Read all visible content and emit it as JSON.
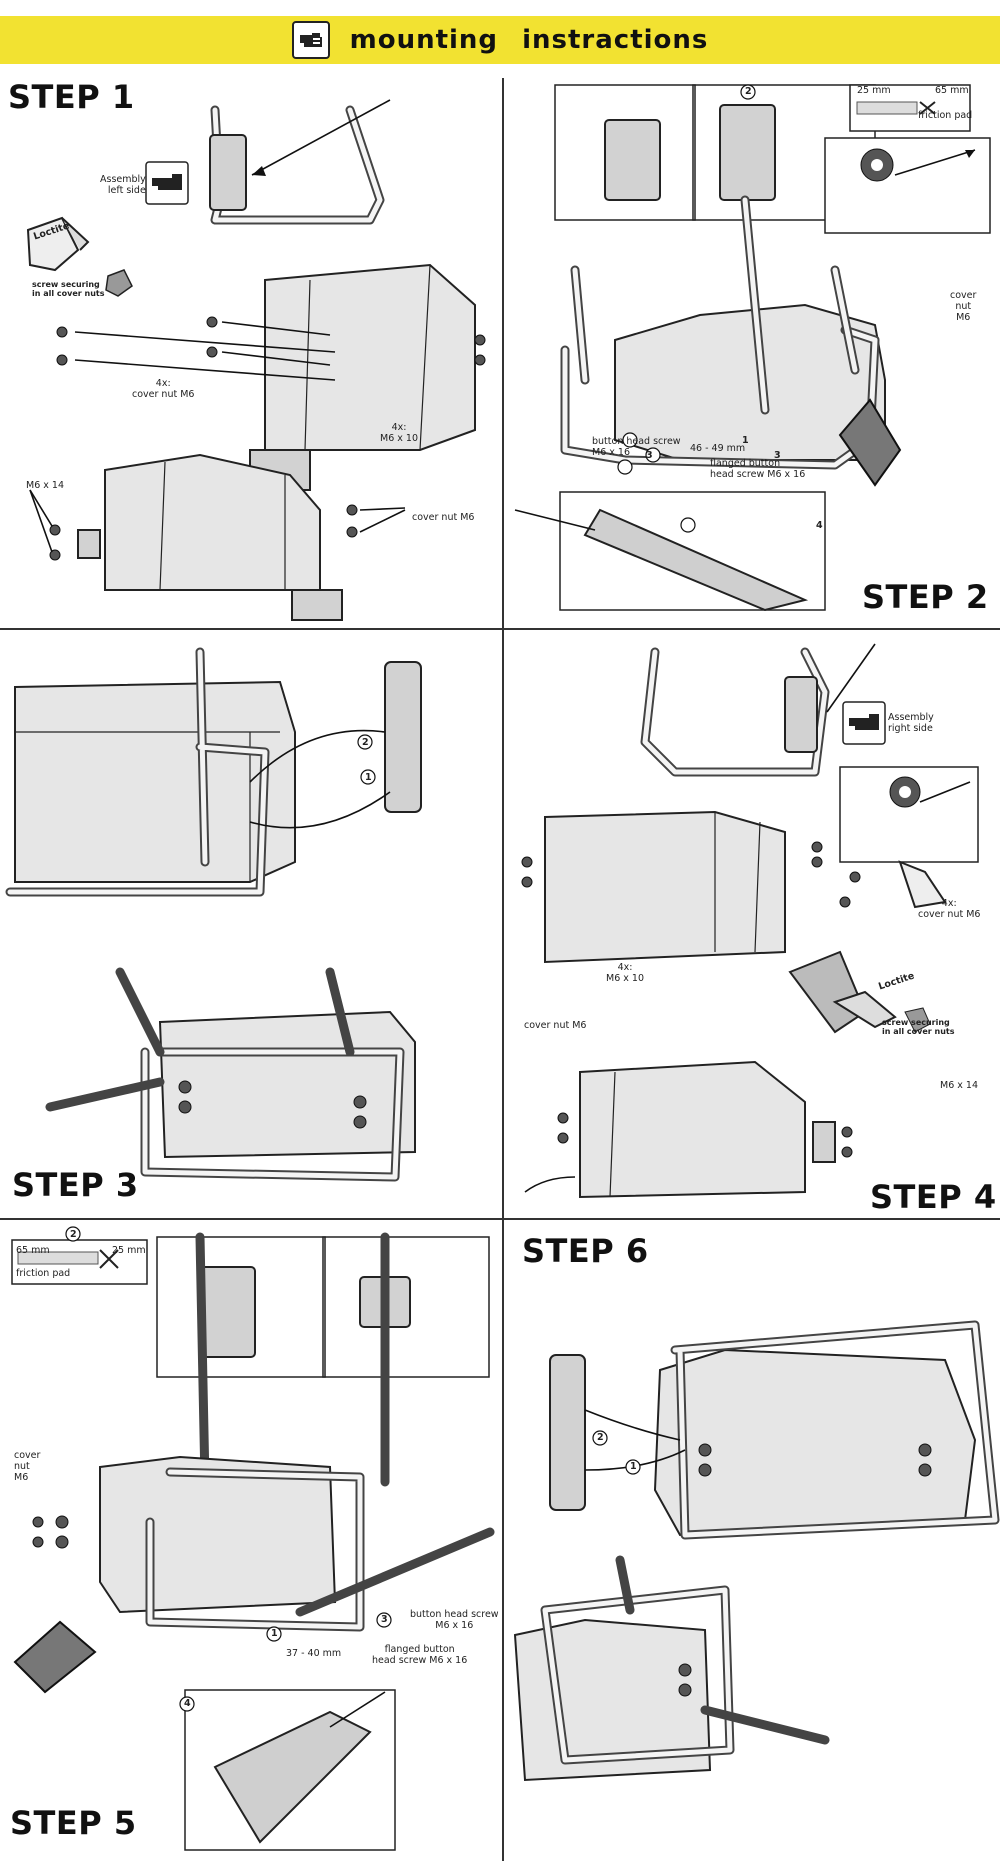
{
  "header": {
    "title": "mounting   instractions",
    "icon": "pointing-hand-icon",
    "bg_color": "#f2e231"
  },
  "steps": {
    "s1": "STEP 1",
    "s2": "STEP 2",
    "s3": "STEP 3",
    "s4": "STEP 4",
    "s5": "STEP 5",
    "s6": "STEP 6"
  },
  "step1": {
    "assembly_left": [
      "Assembly",
      "left side"
    ],
    "loctite": "Loctite",
    "screw_securing": [
      "screw securing",
      "in all cover nuts"
    ],
    "cover_nut_4x": [
      "4x:",
      "cover nut M6"
    ],
    "m6x10_4x": [
      "4x:",
      "M6 x 10"
    ],
    "m6x14": "M6 x 14",
    "cover_nut": "cover nut M6"
  },
  "step2": {
    "mm25": "25 mm",
    "mm65": "65 mm",
    "circle2": "2",
    "friction_pad": "friction pad",
    "cover_nut_m6": [
      "cover",
      "nut",
      "M6"
    ],
    "button_head": [
      "button head screw",
      "M6 x 16"
    ],
    "range": "46 - 49 mm",
    "flanged": [
      "flanged button",
      "head screw M6 x 16"
    ],
    "c1": "1",
    "c3a": "3",
    "c3b": "3",
    "c4": "4"
  },
  "step3": {
    "c1": "1",
    "c2": "2"
  },
  "step4": {
    "assembly_right": [
      "Assembly",
      "right side"
    ],
    "cover_nut_4x": [
      "4x:",
      "cover nut M6"
    ],
    "m6x10_4x": [
      "4x:",
      "M6 x 10"
    ],
    "loctite": "Loctite",
    "screw_securing": [
      "screw securing",
      "in all cover nuts"
    ],
    "cover_nut": "cover nut M6",
    "m6x14": "M6 x 14"
  },
  "step5": {
    "mm65": "65 mm",
    "mm25": "25 mm",
    "circle2": "2",
    "friction_pad": "friction pad",
    "cover_nut_m6": [
      "cover",
      "nut",
      "M6"
    ],
    "button_head": [
      "button head screw",
      "M6 x 16"
    ],
    "range": "37 - 40 mm",
    "flanged": [
      "flanged button",
      "head screw M6 x 16"
    ],
    "c1": "1",
    "c3": "3",
    "c4": "4"
  },
  "step6": {
    "c1": "1",
    "c2": "2"
  }
}
